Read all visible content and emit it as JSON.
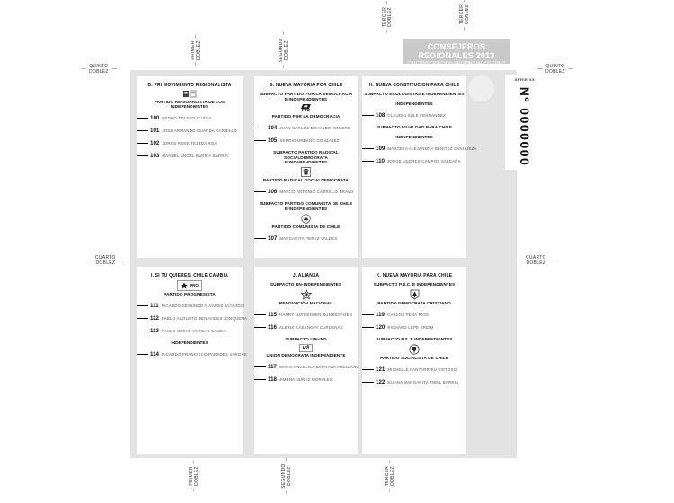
{
  "header": {
    "title": "CONSEJEROS REGIONALES 2013",
    "subtitle": "CIRCUNSCRIPCION PROVINCIAL OSORNO"
  },
  "serial": {
    "series": "SERIE XX",
    "number": "Nº 0000000"
  },
  "fold_labels": {
    "primer": [
      "PRIMER",
      "DOBLEZ"
    ],
    "segundo": [
      "SEGUNDO",
      "DOBLEZ"
    ],
    "tercer": [
      "TERCER",
      "DOBLEZ"
    ],
    "cuarto": [
      "CUARTO",
      "DOBLEZ"
    ],
    "quinto": [
      "QUINTO",
      "DOBLEZ"
    ]
  },
  "colors": {
    "sheet": "#e3e3e3",
    "header_bar": "#c9c9c9",
    "header_text": "#ffffff",
    "candidate_name": "#555555"
  },
  "panels": [
    {
      "title": "D. PRI MOVIMIENTO REGIONALISTA",
      "items": [
        {
          "type": "logo",
          "icon": "pri-logo"
        },
        {
          "type": "party",
          "text": "PARTIDO REGIONALISTA DE LOS INDEPENDIENTES"
        },
        {
          "type": "candidate",
          "num": "100",
          "name": "PEDRO TOLEDO CUICUI"
        },
        {
          "type": "candidate",
          "num": "101",
          "name": "JOSE ARMANDO GUARDA CARRILLO"
        },
        {
          "type": "candidate",
          "num": "102",
          "name": "JORGE RENE TEJEDA ROA"
        },
        {
          "type": "candidate",
          "num": "103",
          "name": "MANUEL ANGEL BARRIA BARRIA"
        }
      ]
    },
    {
      "title": "G. NUEVA MAYORIA POR CHILE",
      "items": [
        {
          "type": "subpacto",
          "lines": [
            "SUBPACTO PARTIDO POR LA DEMOCRACIA",
            "E INDEPENDIENTES"
          ]
        },
        {
          "type": "logo",
          "icon": "ppd-logo",
          "label": "PPD"
        },
        {
          "type": "party",
          "text": "PARTIDO POR LA DEMOCRACIA"
        },
        {
          "type": "candidate",
          "num": "104",
          "name": "JUAN CARLOS DUHALDE ROMERO"
        },
        {
          "type": "candidate",
          "num": "105",
          "name": "SERGIO URBANO GONZALEZ"
        },
        {
          "type": "subpacto",
          "lines": [
            "SUBPACTO PARTIDO RADICAL SOCIALDEMOCRATA",
            "E INDEPENDIENTES"
          ]
        },
        {
          "type": "logo",
          "icon": "prsd-logo"
        },
        {
          "type": "party",
          "text": "PARTIDO RADICAL SOCIALDEMOCRATA"
        },
        {
          "type": "candidate",
          "num": "106",
          "name": "MARCO ANTONIO CARRILLO BRAVO"
        },
        {
          "type": "subpacto",
          "lines": [
            "SUBPACTO PARTIDO COMUNISTA DE CHILE",
            "E INDEPENDIENTES"
          ]
        },
        {
          "type": "logo",
          "icon": "pc-logo"
        },
        {
          "type": "party",
          "text": "PARTIDO COMUNISTA DE CHILE"
        },
        {
          "type": "candidate",
          "num": "107",
          "name": "MARGARITA PEREZ VALDES"
        }
      ]
    },
    {
      "title": "H. NUEVA CONSTITUCION PARA CHILE",
      "items": [
        {
          "type": "subpacto",
          "lines": [
            "SUBPACTO ECOLOGISTAS E INDEPENDIENTES"
          ]
        },
        {
          "type": "label",
          "text": "INDEPENDIENTES"
        },
        {
          "type": "candidate",
          "num": "108",
          "name": "CLAUDIO SULE FERNANDEZ"
        },
        {
          "type": "subpacto",
          "lines": [
            "SUBPACTO IGUALDAD PARA CHILE"
          ]
        },
        {
          "type": "label",
          "text": "INDEPENDIENTES"
        },
        {
          "type": "candidate",
          "num": "109",
          "name": "MARCELA ALEJANDRA BENITEZ SANHUEZA"
        },
        {
          "type": "candidate",
          "num": "110",
          "name": "JORGE ANDRES CAMPOS SALDAÑA"
        }
      ]
    },
    {
      "title": "I. SI TU QUIERES, CHILE CAMBIA",
      "items": [
        {
          "type": "logo",
          "icon": "pro-logo",
          "label": "PRO"
        },
        {
          "type": "party",
          "text": "PARTIDO PROGRESISTA"
        },
        {
          "type": "candidate",
          "num": "111",
          "name": "RICARDO SEGUNDO ALVAREZ FAJARDO"
        },
        {
          "type": "candidate",
          "num": "112",
          "name": "PABLO AUGUSTO BENAVIDES JORQUERA"
        },
        {
          "type": "candidate",
          "num": "113",
          "name": "PAULO CESAR VARGAS SALDIA"
        },
        {
          "type": "label",
          "text": "INDEPENDIENTES"
        },
        {
          "type": "candidate",
          "num": "114",
          "name": "RICARDO FRANCISCO PAREDES VARGAS"
        }
      ]
    },
    {
      "title": "J. ALIANZA",
      "items": [
        {
          "type": "subpacto",
          "lines": [
            "SUBPACTO RN-INDEPENDIENTES"
          ]
        },
        {
          "type": "logo",
          "icon": "rn-logo"
        },
        {
          "type": "party",
          "text": "RENOVACIÓN NACIONAL"
        },
        {
          "type": "candidate",
          "num": "115",
          "name": "HARRY JURGENSEN RUNDSHAGEN"
        },
        {
          "type": "candidate",
          "num": "116",
          "name": "ALEXIS CASANOVA CARDENAS"
        },
        {
          "type": "subpacto",
          "lines": [
            "SUBPACTO UDI-IND"
          ]
        },
        {
          "type": "logo",
          "icon": "udi-logo",
          "label": "udi"
        },
        {
          "type": "party",
          "text": "UNION DEMOCRATA INDEPENDIENTE"
        },
        {
          "type": "candidate",
          "num": "117",
          "name": "MARIA ANGELICA BARRAZA ARELLANO"
        },
        {
          "type": "candidate",
          "num": "118",
          "name": "JIMENA NUÑEZ MORALES"
        }
      ]
    },
    {
      "title": "K. NUEVA MAYORIA PARA CHILE",
      "items": [
        {
          "type": "subpacto",
          "lines": [
            "SUBPACTO P.D.C. E INDEPENDIENTES"
          ]
        },
        {
          "type": "logo",
          "icon": "pdc-logo"
        },
        {
          "type": "party",
          "text": "PARTIDO DEMOCRATA CRISTIANO"
        },
        {
          "type": "candidate",
          "num": "119",
          "name": "CARLOS PEÑA RIOS"
        },
        {
          "type": "candidate",
          "num": "120",
          "name": "RICHARD LEPE KREIM"
        },
        {
          "type": "subpacto",
          "lines": [
            "SUBPACTO P.S. E INDEPENDIENTES"
          ]
        },
        {
          "type": "logo",
          "icon": "ps-logo"
        },
        {
          "type": "party",
          "text": "PARTIDO SOCIALISTA DE CHILE"
        },
        {
          "type": "candidate",
          "num": "121",
          "name": "MICHELLE PANTARRIEU VISTOSO"
        },
        {
          "type": "candidate",
          "num": "122",
          "name": "ELIANA MARGARITA THEIL BARRIA"
        }
      ]
    }
  ]
}
